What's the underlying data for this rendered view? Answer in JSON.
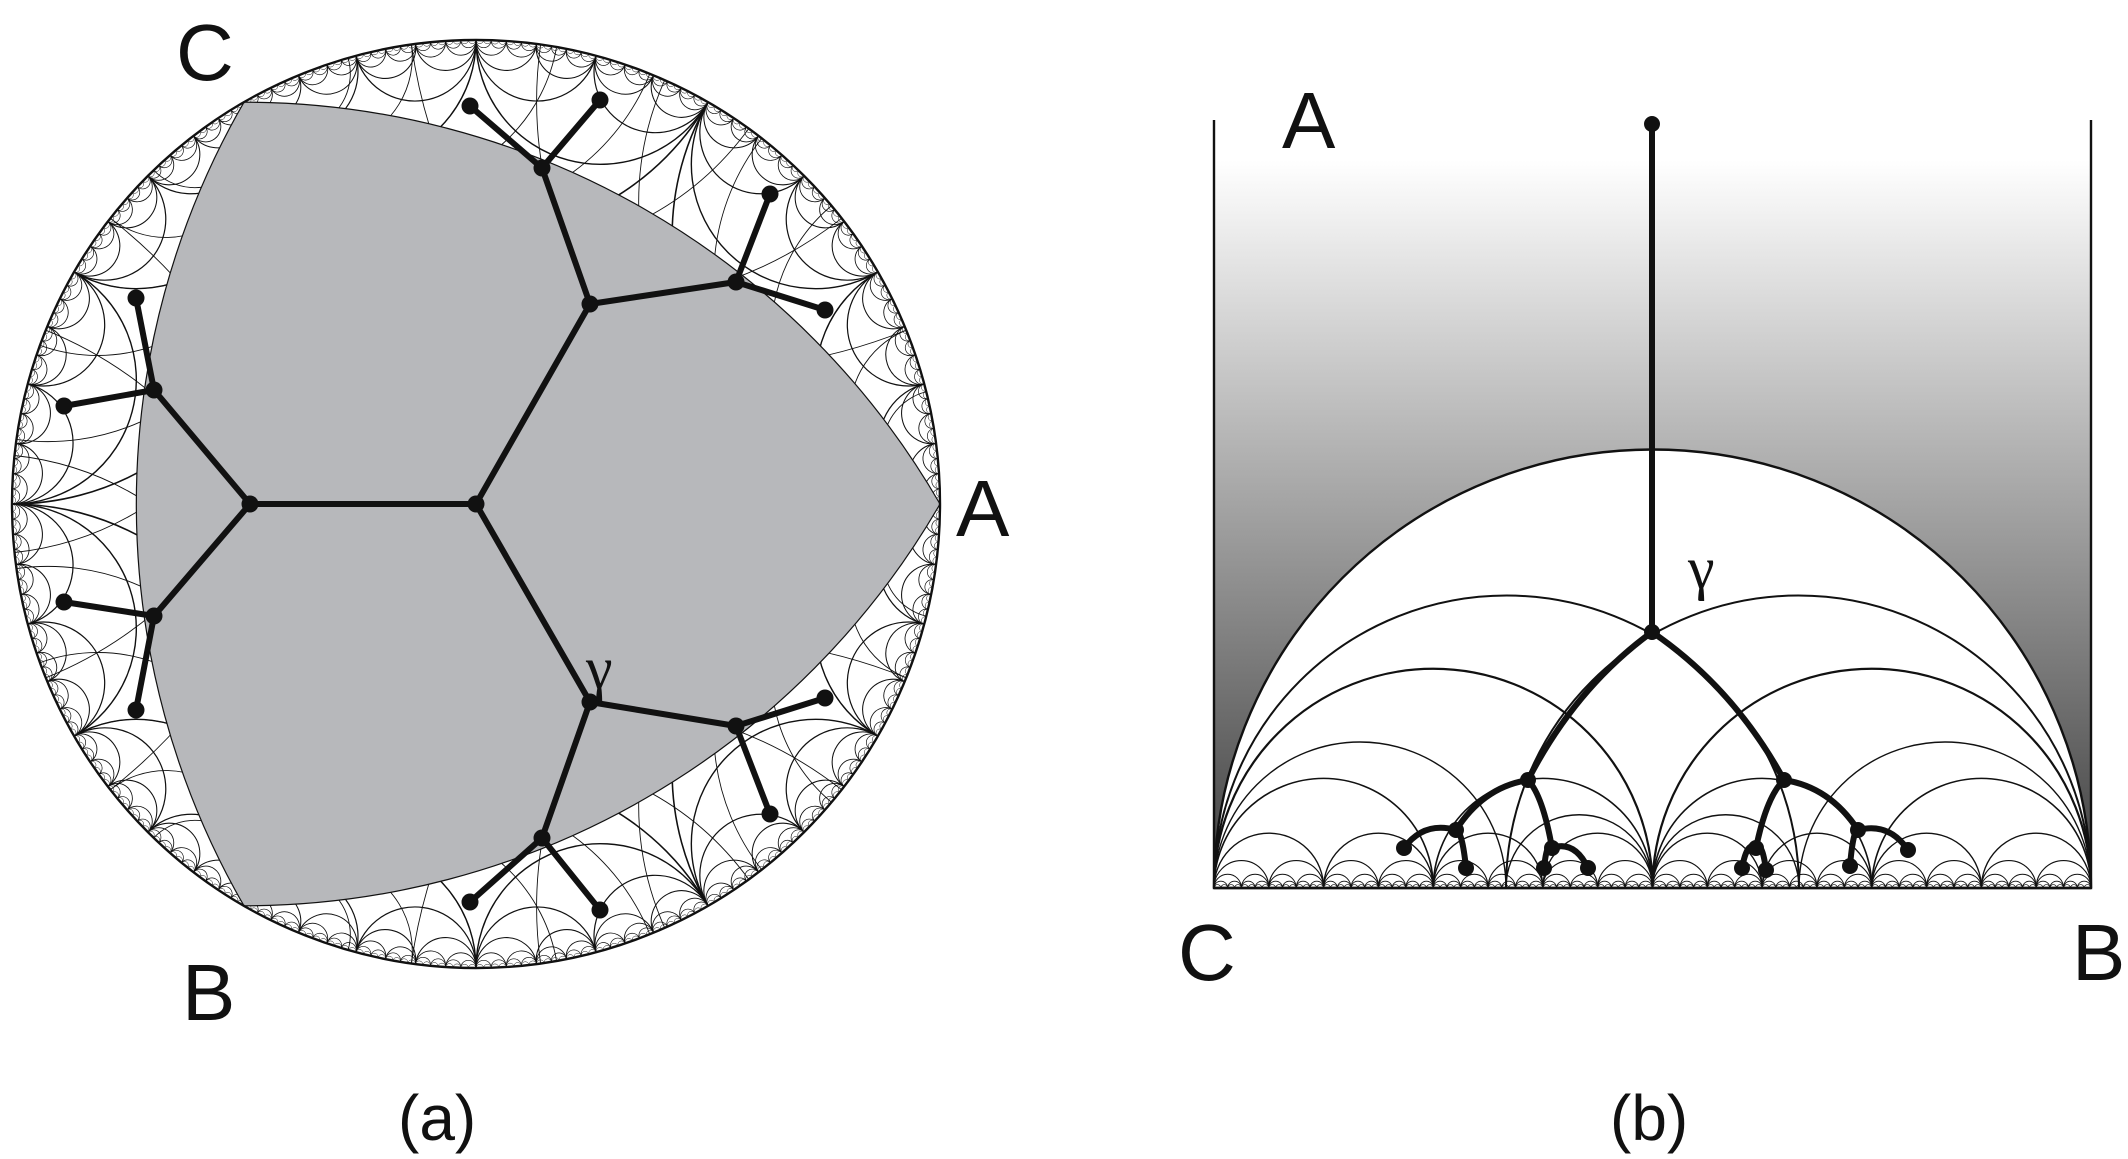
{
  "figure": {
    "panel_a": {
      "vertex_labels": [
        "C",
        "A",
        "B"
      ],
      "path_label": "γ",
      "caption": "(a)"
    },
    "panel_b": {
      "vertex_labels": [
        "A",
        "C",
        "B"
      ],
      "path_label": "γ",
      "caption": "(b)"
    },
    "colors": {
      "ink": "#111111",
      "shade": "#b7b8bb",
      "gradient_top": "#ffffff",
      "gradient_bottom": "#3e3e3e"
    }
  }
}
